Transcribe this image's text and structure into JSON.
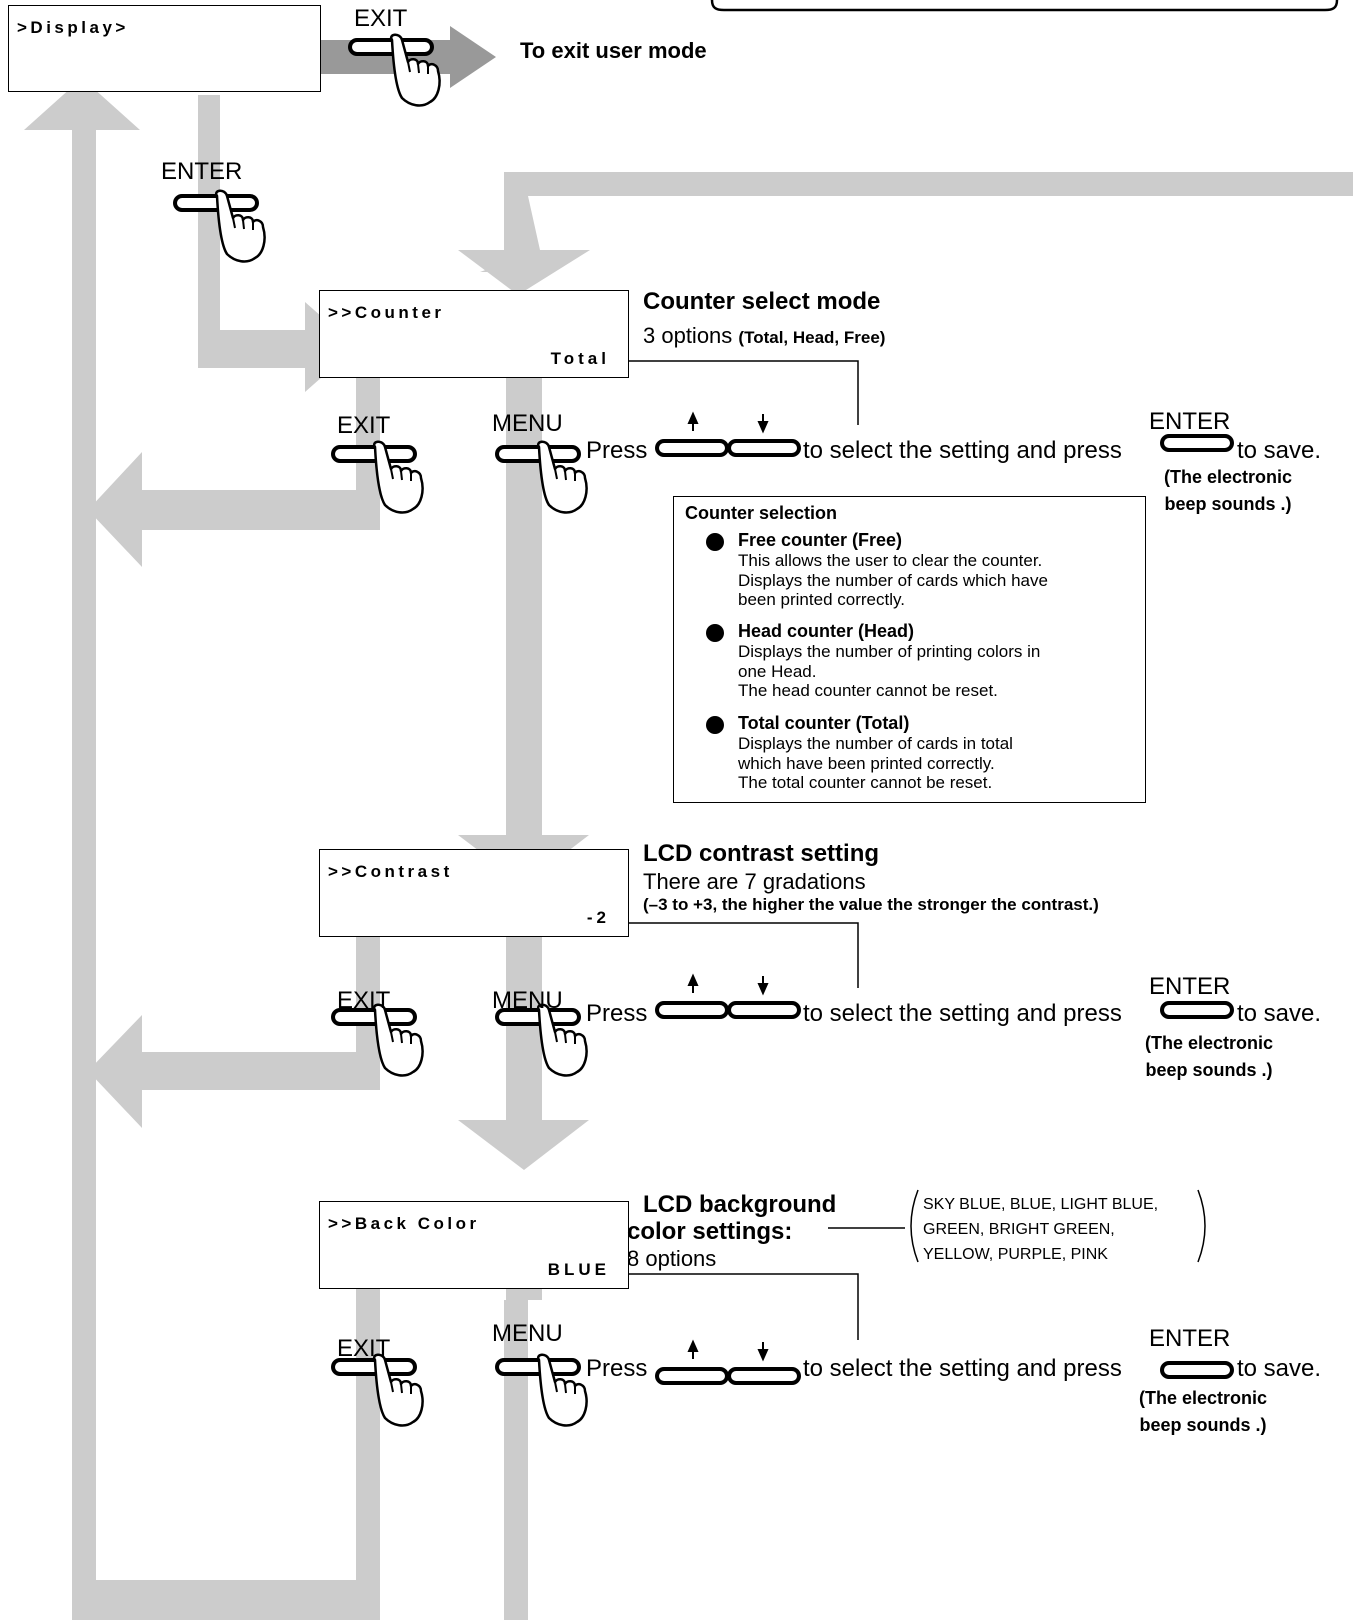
{
  "colors": {
    "arrow": "#cccccc",
    "arrow_dark": "#999999",
    "line": "#000000"
  },
  "display_lcd": {
    "line1": ">Display>"
  },
  "top": {
    "exit_label": "EXIT",
    "exit_note": "To exit user mode",
    "enter_label": "ENTER"
  },
  "counter": {
    "lcd_line1": ">>Counter",
    "lcd_line2": "Total",
    "heading": "Counter select mode",
    "desc_prefix": "3 options ",
    "desc_bold": "(Total, Head, Free)",
    "exit_label": "EXIT",
    "menu_label": "MENU",
    "enter_label": "ENTER",
    "press": "Press",
    "mid_text": "to select the setting and press",
    "end_text": "to save.",
    "note_line1": "(The electronic",
    "note_line2": "beep sounds .)"
  },
  "counter_panel": {
    "title": "Counter selection",
    "items": [
      {
        "title": "Free counter (Free)",
        "lines": [
          "This allows the user to clear the counter.",
          "Displays the number of cards which have",
          "been printed correctly."
        ]
      },
      {
        "title": "Head counter (Head)",
        "lines": [
          "Displays the number of printing colors in",
          "one Head.",
          "The head counter cannot be reset."
        ]
      },
      {
        "title": "Total counter (Total)",
        "lines": [
          "Displays the number of cards in total",
          "which have been printed correctly.",
          "The total counter cannot be reset."
        ]
      }
    ]
  },
  "contrast": {
    "lcd_line1": ">>Contrast",
    "lcd_line2": "-2",
    "heading": "LCD contrast setting",
    "desc": "There are 7 gradations",
    "desc_bold": "(–3 to +3, the higher the value the stronger the contrast.)",
    "exit_label": "EXIT",
    "menu_label": "MENU",
    "enter_label": "ENTER",
    "press": "Press",
    "mid_text": "to select the setting and press",
    "end_text": "to save.",
    "note_line1": "(The electronic",
    "note_line2": "beep sounds .)"
  },
  "backcolor": {
    "lcd_line1": ">>Back Color",
    "lcd_line2": "BLUE",
    "heading_line1": "LCD background",
    "heading_line2": "color settings:",
    "desc": "8 options",
    "color_list": [
      "SKY BLUE, BLUE, LIGHT BLUE,",
      "GREEN, BRIGHT GREEN,",
      "YELLOW, PURPLE, PINK"
    ],
    "exit_label": "EXIT",
    "menu_label": "MENU",
    "enter_label": "ENTER",
    "press": "Press",
    "mid_text": "to select the setting and press",
    "end_text": "to save.",
    "note_line1": "(The electronic",
    "note_line2": "beep sounds .)"
  }
}
